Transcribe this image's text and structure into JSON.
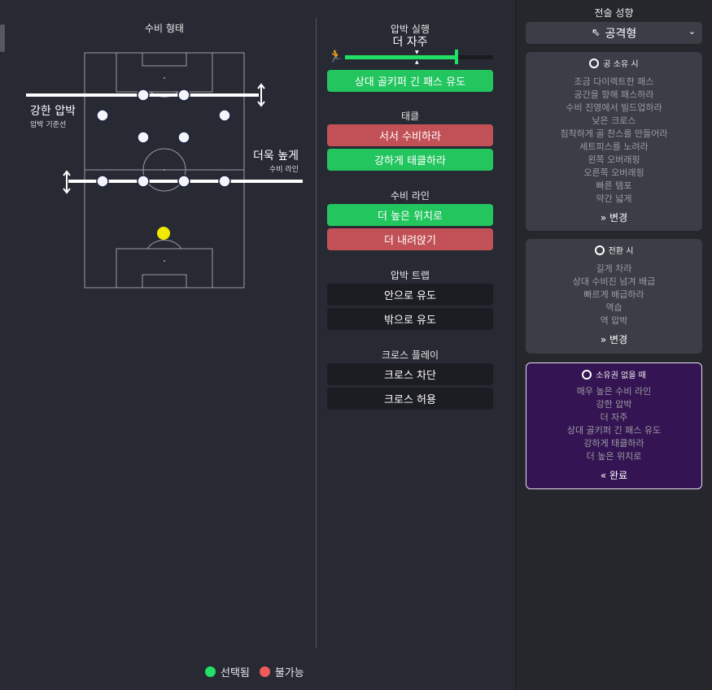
{
  "left": {
    "title": "수비 형태",
    "press_label": "강한 압박",
    "press_sub": "압박 기준선",
    "line_label": "더욱 높게",
    "line_sub": "수비 라인"
  },
  "middle": {
    "pressing": {
      "title": "압박 실행",
      "value": "더 자주",
      "level_percent": 75,
      "button": "상대 골키퍼 긴 패스 유도"
    },
    "tackling": {
      "title": "태클",
      "options": [
        "서서 수비하라",
        "강하게 태클하라"
      ]
    },
    "defline": {
      "title": "수비 라인",
      "options": [
        "더 높은 위치로",
        "더 내려앉기"
      ]
    },
    "trap": {
      "title": "압박 트랩",
      "options": [
        "안으로 유도",
        "밖으로 유도"
      ]
    },
    "cross": {
      "title": "크로스 플레이",
      "options": [
        "크로스 차단",
        "크로스 허용"
      ]
    }
  },
  "right": {
    "title": "전술 성향",
    "style": "공격형",
    "in_possession": {
      "title": "공 소유 시",
      "items": [
        "조금 다이렉트한 패스",
        "공간을 향해 패스하라",
        "수비 진영에서 빌드업하라",
        "낮은 크로스",
        "침착하게 골 찬스를 만들어라",
        "세트피스를 노려라",
        "왼쪽 오버래핑",
        "오른쪽 오버래핑",
        "빠른 템포",
        "약간 넓게"
      ],
      "action": "변경"
    },
    "transition": {
      "title": "전환 시",
      "items": [
        "길게 차라",
        "상대 수비진 넘겨 배급",
        "빠르게 배급하라",
        "역습",
        "역 압박"
      ],
      "action": "변경"
    },
    "out_possession": {
      "title": "소유권 없을 때",
      "items": [
        "매우 높은 수비 라인",
        "강한 압박",
        "더 자주",
        "상대 골키퍼 긴 패스 유도",
        "강하게 태클하라",
        "더 높은 위치로"
      ],
      "action": "완료"
    }
  },
  "legend": {
    "selected": "선택됨",
    "unavailable": "불가능"
  },
  "colors": {
    "selected": "#22c55e",
    "unavailable": "#c25157",
    "card_active": "#341452"
  }
}
